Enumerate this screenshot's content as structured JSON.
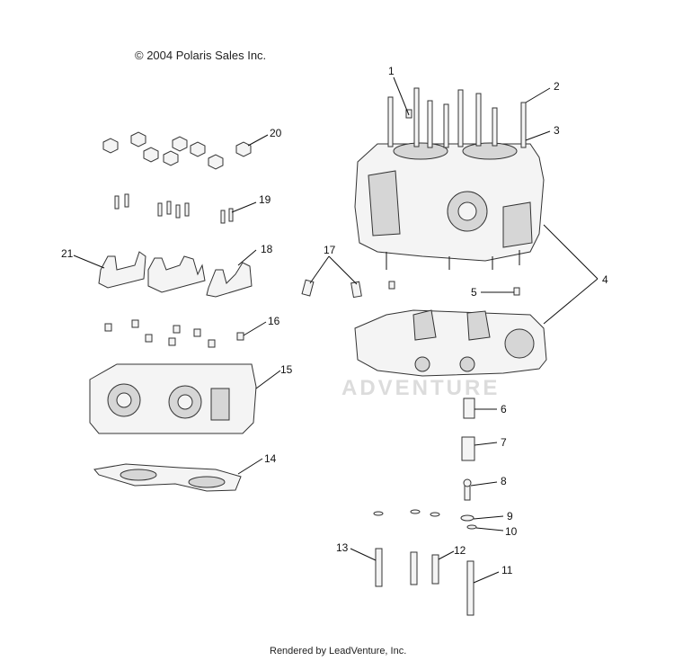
{
  "copyright": "© 2004 Polaris Sales Inc.",
  "footer": "Rendered by LeadVenture, Inc.",
  "watermark": "ADVENTURE",
  "callouts": [
    "1",
    "2",
    "3",
    "4",
    "5",
    "6",
    "7",
    "8",
    "9",
    "10",
    "11",
    "12",
    "13",
    "14",
    "15",
    "16",
    "17",
    "18",
    "19",
    "20",
    "21"
  ],
  "parts": {
    "crankcase_upper": "crankcase-upper",
    "crankcase_lower": "crankcase-lower",
    "cylinder_head": "cylinder-head",
    "head_gasket": "head-gasket",
    "rocker_arms": "rocker-arm-assembly",
    "nuts": "nut",
    "studs": "stud",
    "bolts": "bolt"
  }
}
